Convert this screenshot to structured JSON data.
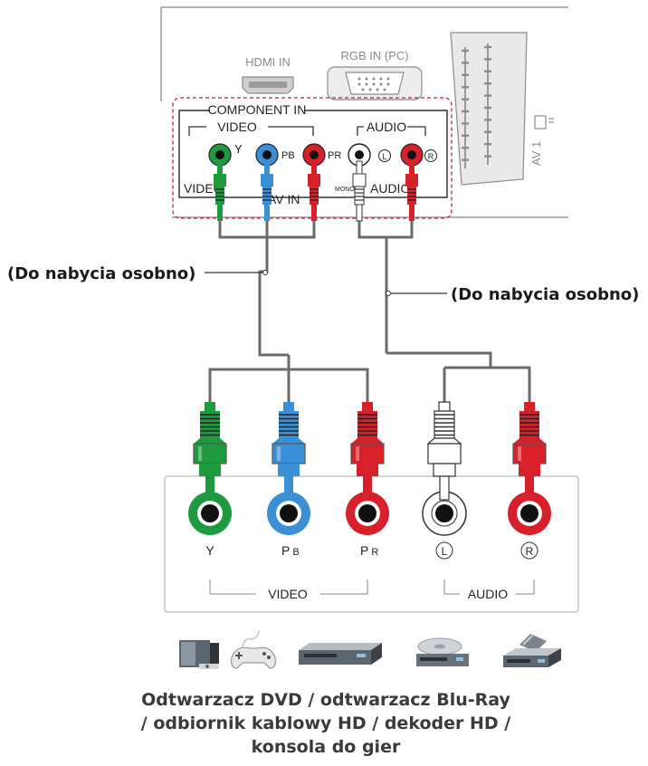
{
  "tv_panel": {
    "hdmi_label": "HDMI IN",
    "rgb_label": "RGB IN (PC)",
    "component_label": "COMPONENT IN",
    "video_label": "VIDEO",
    "audio_label": "AUDIO",
    "jack_y": "Y",
    "jack_pb": "PB",
    "jack_pr": "PR",
    "jack_l": "L",
    "jack_r": "R",
    "bottom_video": "VIDEO",
    "bottom_av": "AV IN",
    "bottom_mono": "MONO",
    "bottom_audio": "AUDIO",
    "scart_label": "AV 1"
  },
  "cable_labels": {
    "video_cable": "(Do nabycia osobno)",
    "audio_cable": "(Do nabycia osobno)"
  },
  "device_panel": {
    "jack_y": "Y",
    "jack_pb": "P",
    "jack_pb_sub": "B",
    "jack_pr": "P",
    "jack_pr_sub": "R",
    "jack_l": "L",
    "jack_r": "R",
    "video_label": "VIDEO",
    "audio_label": "AUDIO"
  },
  "devices_caption": {
    "line1": "Odtwarzacz DVD / odtwarzacz Blu-Ray",
    "line2": "/ odbiornik kablowy HD / dekoder HD /",
    "line3": "konsola do gier"
  },
  "icons": [
    "tv-box-icon",
    "gamepad-icon",
    "dvd-player-icon",
    "disc-player-icon",
    "set-top-box-icon"
  ],
  "colors": {
    "green": "#1f9a3e",
    "blue": "#3b8fd4",
    "red": "#d8202b",
    "white": "#ffffff",
    "cable": "#6b6b6b",
    "dashed_border": "#c2185b"
  }
}
